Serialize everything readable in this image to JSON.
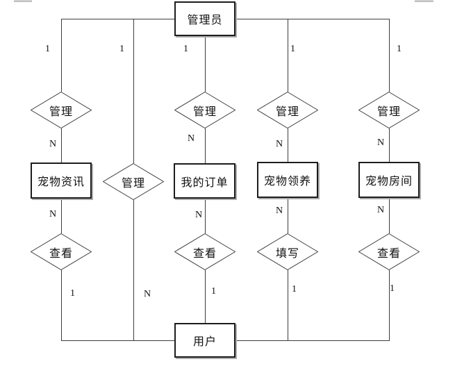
{
  "diagram": {
    "type": "entity-relationship",
    "entities": [
      {
        "id": "admin",
        "label": "管理员"
      },
      {
        "id": "pet-info",
        "label": "宠物资讯"
      },
      {
        "id": "my-orders",
        "label": "我的订单"
      },
      {
        "id": "pet-adoption",
        "label": "宠物领养"
      },
      {
        "id": "pet-room",
        "label": "宠物房间"
      },
      {
        "id": "user",
        "label": "用户"
      }
    ],
    "relationships": [
      {
        "id": "manage-pet-info",
        "label": "管理",
        "from": "管理员",
        "to": "宠物资讯",
        "from_card": "1",
        "to_card": "N"
      },
      {
        "id": "manage-user",
        "label": "管理",
        "from": "管理员",
        "to": "用户",
        "from_card": "1",
        "to_card": "N"
      },
      {
        "id": "manage-my-orders",
        "label": "管理",
        "from": "管理员",
        "to": "我的订单",
        "from_card": "1",
        "to_card": "N"
      },
      {
        "id": "manage-pet-adoption",
        "label": "管理",
        "from": "管理员",
        "to": "宠物领养",
        "from_card": "1",
        "to_card": "N"
      },
      {
        "id": "manage-pet-room",
        "label": "管理",
        "from": "管理员",
        "to": "宠物房间",
        "from_card": "1",
        "to_card": "N"
      },
      {
        "id": "view-pet-info",
        "label": "查看",
        "from": "宠物资讯",
        "to": "用户",
        "from_card": "N",
        "to_card": "1"
      },
      {
        "id": "view-my-orders",
        "label": "查看",
        "from": "我的订单",
        "to": "用户",
        "from_card": "N",
        "to_card": "1"
      },
      {
        "id": "fill-pet-adoption",
        "label": "填写",
        "from": "宠物领养",
        "to": "用户",
        "from_card": "N",
        "to_card": "1"
      },
      {
        "id": "view-pet-room",
        "label": "查看",
        "from": "宠物房间",
        "to": "用户",
        "from_card": "N",
        "to_card": "1"
      }
    ],
    "cardinalities": [
      {
        "pos": "top-col1",
        "value": "1"
      },
      {
        "pos": "top-col2",
        "value": "1"
      },
      {
        "pos": "top-col3",
        "value": "1"
      },
      {
        "pos": "top-col4",
        "value": "1"
      },
      {
        "pos": "top-col5",
        "value": "1"
      },
      {
        "pos": "mid1-col1",
        "value": "N"
      },
      {
        "pos": "mid1-col3",
        "value": "N"
      },
      {
        "pos": "mid1-col4",
        "value": "N"
      },
      {
        "pos": "mid1-col5",
        "value": "N"
      },
      {
        "pos": "mid2-col1",
        "value": "N"
      },
      {
        "pos": "mid2-col3",
        "value": "N"
      },
      {
        "pos": "mid2-col4",
        "value": "N"
      },
      {
        "pos": "mid2-col5",
        "value": "N"
      },
      {
        "pos": "bottom-col1",
        "value": "1"
      },
      {
        "pos": "bottom-col2",
        "value": "N"
      },
      {
        "pos": "bottom-col3",
        "value": "1"
      },
      {
        "pos": "bottom-col4",
        "value": "1"
      },
      {
        "pos": "bottom-col5",
        "value": "1"
      }
    ]
  },
  "colors": {
    "line": "#3c3c3c",
    "entity_border": "#1c1c1c",
    "entity_shadow": "#ababab",
    "background": "#ffffff",
    "text": "#111111"
  }
}
